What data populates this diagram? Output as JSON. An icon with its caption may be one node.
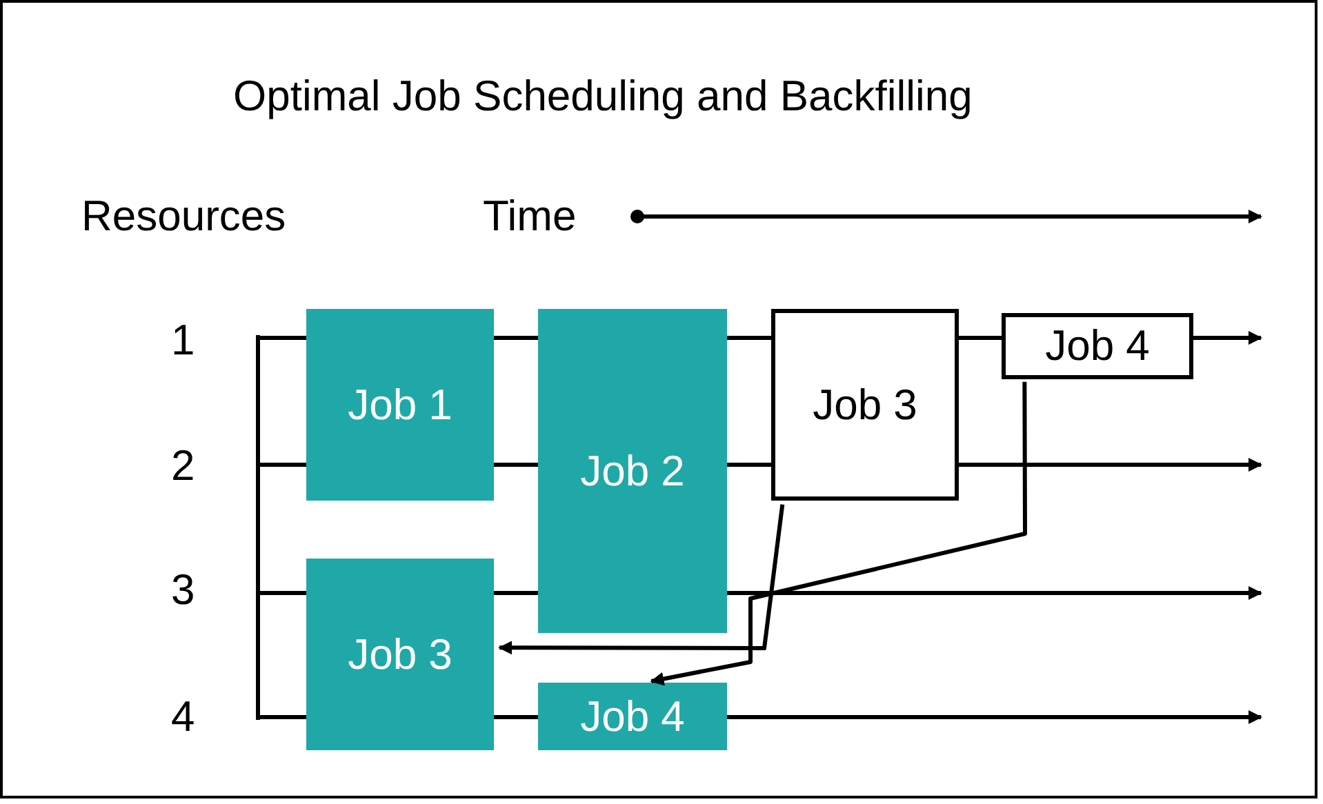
{
  "diagram": {
    "title": "Optimal Job Scheduling and Backfilling",
    "nodes": [
      {
        "text": [
          "Job 1"
        ]
      },
      {
        "text": [
          "Job 2"
        ]
      },
      {
        "text": [
          "Job 3"
        ]
      },
      {
        "text": [
          "Job 4"
        ]
      },
      {
        "text": [
          "Job 3"
        ]
      },
      {
        "text": [
          "Job 4"
        ]
      }
    ],
    "edges": [
      {
        "from": 2,
        "to": 4,
        "arrow": "to"
      },
      {
        "from": 3,
        "to": 5,
        "arrow": "to"
      }
    ],
    "labels": [
      "Resources",
      "Time",
      "1",
      "2",
      "3",
      "4"
    ]
  }
}
